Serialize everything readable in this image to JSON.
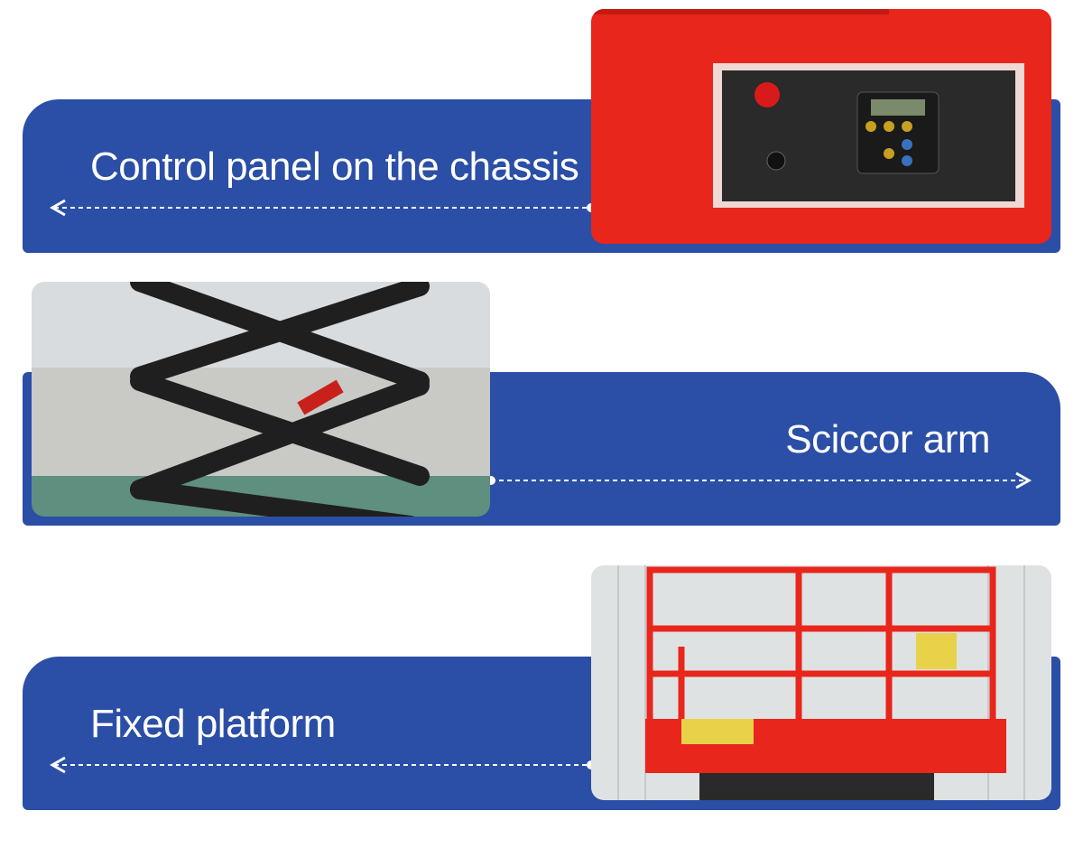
{
  "features": [
    {
      "label": "Control panel on the chassis",
      "arrow_direction": "left",
      "photo": "control-panel-photo"
    },
    {
      "label": "Sciccor arm",
      "arrow_direction": "right",
      "photo": "scissor-arm-photo"
    },
    {
      "label": "Fixed platform",
      "arrow_direction": "left",
      "photo": "fixed-platform-photo"
    }
  ],
  "colors": {
    "banner": "#2b4ea6",
    "machine_red": "#e8261c",
    "text": "#ffffff"
  }
}
